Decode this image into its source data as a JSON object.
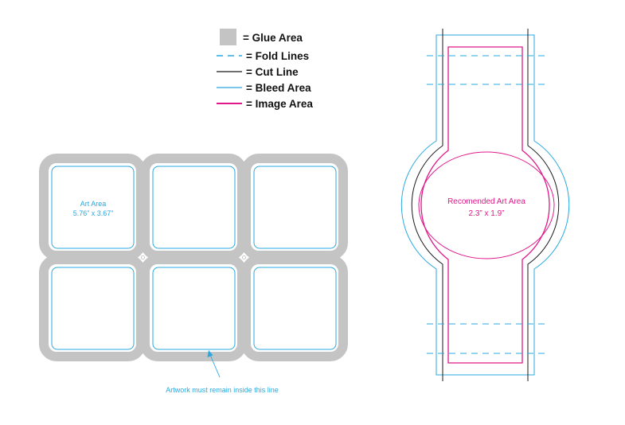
{
  "legend": {
    "glue": "= Glue Area",
    "fold": "= Fold Lines",
    "cut": "= Cut Line",
    "bleed": "= Bleed Area",
    "image": "= Image Area"
  },
  "left_template": {
    "art_area_title": "Art Area",
    "art_area_size": "5.76” x 3.67”",
    "callout": "Artwork must remain inside this line"
  },
  "right_template": {
    "rec_title": "Recomended Art Area",
    "rec_size": "2.3” x 1.9”"
  },
  "colors": {
    "glue": "#c4c4c4",
    "fold": "#29a8e0",
    "cut": "#1a1a1a",
    "bleed": "#29a8e0",
    "image": "#e0188a",
    "text_blue": "#29a8e0"
  }
}
